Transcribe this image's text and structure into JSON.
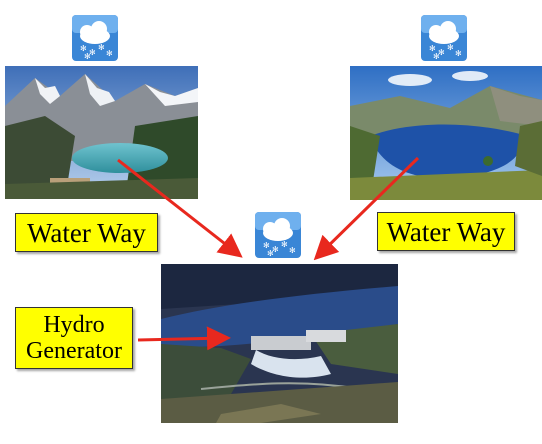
{
  "labels": {
    "left_waterway": "Water Way",
    "right_waterway": "Water Way",
    "generator_line1": "Hydro",
    "generator_line2": "Generator"
  },
  "icons": {
    "weather": "snow-cloud-icon"
  },
  "colors": {
    "label_bg": "#ffff00",
    "arrow": "#e8281e",
    "icon_bg": "#3a86d6"
  },
  "images": {
    "left": "mountain-lake-photo",
    "right": "valley-lake-photo",
    "bottom": "hydro-dam-photo"
  }
}
